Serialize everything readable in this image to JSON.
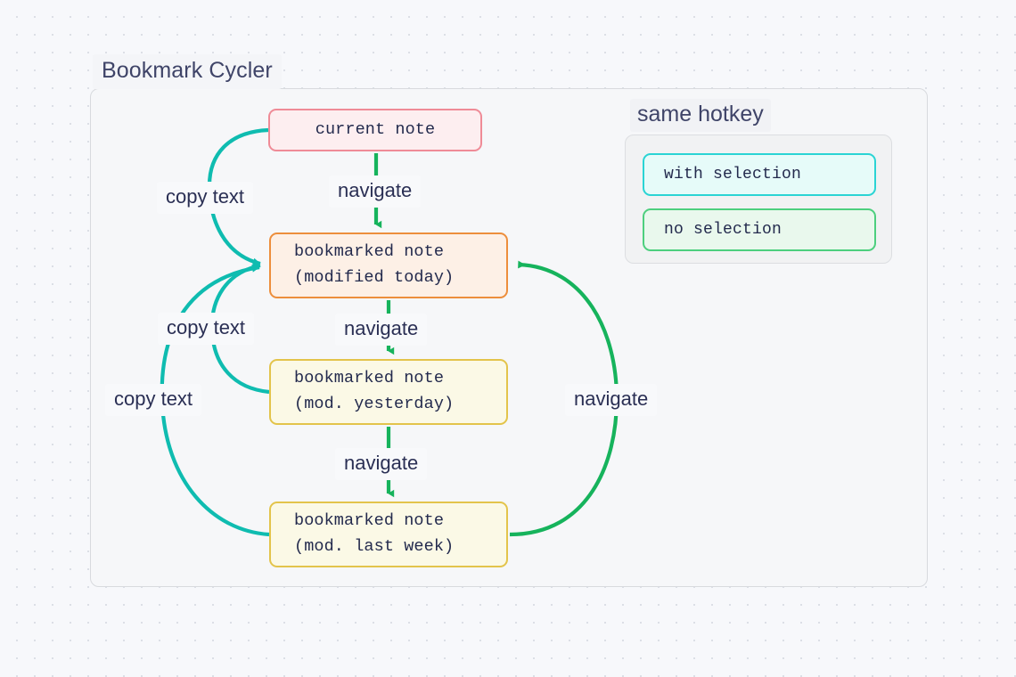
{
  "diagram": {
    "title": "Bookmark Cycler",
    "colors": {
      "background": "#f7f8fb",
      "dot_grid": "#dcdfe6",
      "frame_fill": "#f6f7f9",
      "frame_border": "#d8dade",
      "text": "#232a4d",
      "title_text": "#3f4468",
      "copy_edge": "#0fbcb0",
      "navigate_edge": "#16b35c",
      "node_current_border": "#ef8b97",
      "node_current_fill": "#fdeef0",
      "node_today_border": "#ed8e3c",
      "node_today_fill": "#fdf0e6",
      "node_bookmark_border": "#e3c44b",
      "node_bookmark_fill": "#fbf9e6",
      "legend_with_border": "#2ad4d4",
      "legend_with_fill": "#e6fbf9",
      "legend_no_border": "#4dcf7e",
      "legend_no_fill": "#e9f8ed"
    }
  },
  "nodes": {
    "current": {
      "label": "current note"
    },
    "today": {
      "line1": "bookmarked note",
      "line2": "(modified today)"
    },
    "yesterday": {
      "line1": "bookmarked note",
      "line2": "(mod. yesterday)"
    },
    "lastweek": {
      "line1": "bookmarked note",
      "line2": "(mod. last week)"
    }
  },
  "edges": {
    "navigate_current_to_today": "navigate",
    "navigate_today_to_yesterday": "navigate",
    "navigate_yesterday_to_lastweek": "navigate",
    "navigate_lastweek_to_today": "navigate",
    "copy_current_to_today": "copy text",
    "copy_yesterday_to_today": "copy text",
    "copy_lastweek_to_today": "copy text"
  },
  "legend": {
    "title": "same hotkey",
    "items": [
      {
        "label": "with selection"
      },
      {
        "label": "no selection"
      }
    ]
  }
}
